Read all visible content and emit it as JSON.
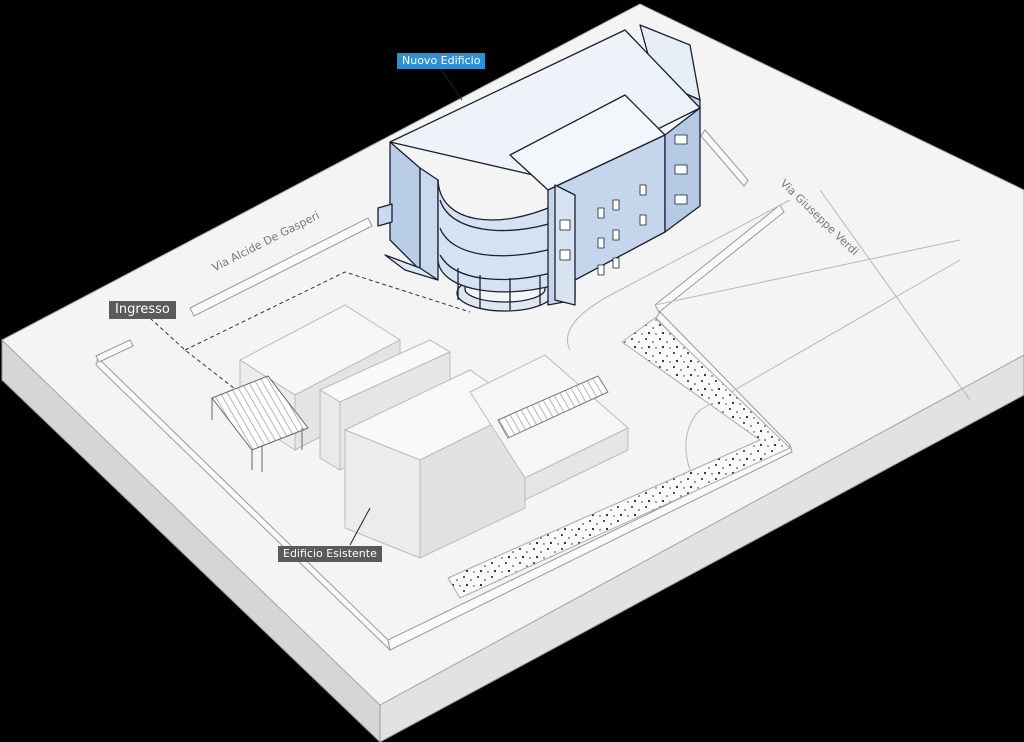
{
  "labels": {
    "new_building": "Nuovo Edificio",
    "entrance": "Ingresso",
    "existing_building": "Edificio Esistente"
  },
  "streets": {
    "west": "Via Alcide De Gasperi",
    "east": "Via Giuseppe Verdi"
  },
  "colors": {
    "background": "#000000",
    "ground": "#f4f4f4",
    "ground_side": "#dcdcdc",
    "new_building_face": "#c9d9ee",
    "new_building_roof": "#eef3fa",
    "label_blue": "#2e8fd1",
    "label_dark": "#5a5a5a",
    "outline": "#1a2030"
  }
}
